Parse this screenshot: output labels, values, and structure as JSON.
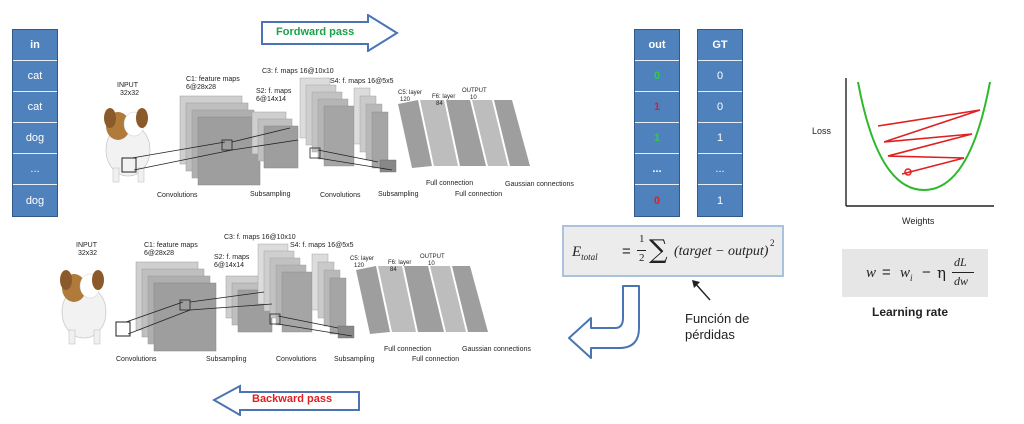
{
  "input_table": {
    "header": "in",
    "rows": [
      "cat",
      "cat",
      "dog",
      "...",
      "dog"
    ]
  },
  "out_table": {
    "header": "out",
    "rows": [
      {
        "value": "0",
        "color": "#2ecc40"
      },
      {
        "value": "1",
        "color": "#e02020"
      },
      {
        "value": "1",
        "color": "#2ecc40"
      },
      {
        "value": "...",
        "color": "#ffffff"
      },
      {
        "value": "0",
        "color": "#e02020"
      }
    ]
  },
  "gt_table": {
    "header": "GT",
    "rows": [
      "0",
      "0",
      "1",
      "...",
      "1"
    ]
  },
  "forward_label": "Fordward pass",
  "backward_label": "Backward pass",
  "net": {
    "input": "INPUT",
    "input_size": "32x32",
    "c1": "C1: feature maps",
    "c1_size": "6@28x28",
    "s2": "S2: f. maps",
    "s2_size": "6@14x14",
    "c3": "C3: f. maps 16@10x10",
    "s4": "S4: f. maps 16@5x5",
    "c5": "C5: layer",
    "c5_size": "120",
    "f6": "F6: layer",
    "f6_size": "84",
    "output": "OUTPUT",
    "output_size": "10",
    "conv1": "Convolutions",
    "sub1": "Subsampling",
    "conv2": "Convolutions",
    "sub2": "Subsampling",
    "full1": "Full connection",
    "full2": "Full connection",
    "gauss": "Gaussian connections"
  },
  "formula": {
    "lhs_main": "E",
    "lhs_sub": "total",
    "eq": "=",
    "num": "1",
    "den": "2",
    "sigma": "∑",
    "body": "(target − output)",
    "exp": "2"
  },
  "loss_fn_label": "Función de pérdidas",
  "loss_chart": {
    "ylabel": "Loss",
    "xlabel": "Weights",
    "curve_color": "#2db82d",
    "step_color": "#e02020"
  },
  "update_rule": {
    "w": "w",
    "eq": "=",
    "wi": "w",
    "wi_sub": "i",
    "minus": "−",
    "eta": "η",
    "num": "dL",
    "den": "dw"
  },
  "learning_rate_label": "Learning rate"
}
